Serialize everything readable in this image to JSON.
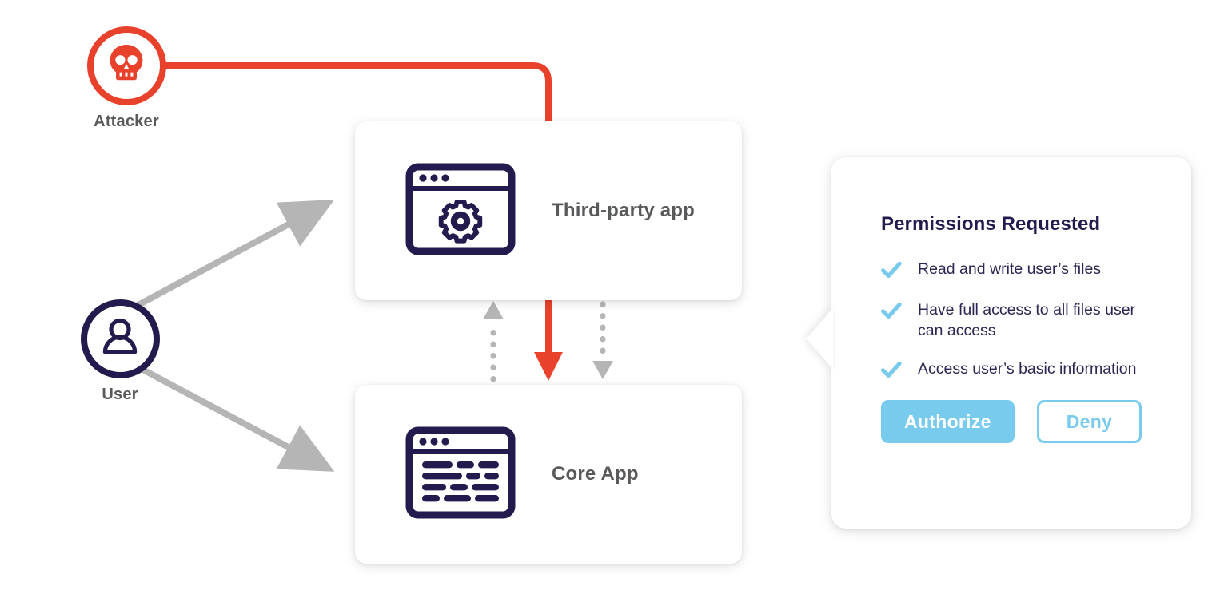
{
  "diagram": {
    "title": "OAuth third-party app permission abuse flow",
    "colors": {
      "attacker_red": "#e8422c",
      "dark_navy": "#231b4d",
      "gray_arrow": "#b5b5b5",
      "label_gray": "#58595b",
      "accent_blue": "#79cbee",
      "card_white": "#ffffff"
    }
  },
  "actors": [
    {
      "id": "attacker",
      "label": "Attacker",
      "icon": "skull-icon",
      "ring_color": "#e8422c"
    },
    {
      "id": "user",
      "label": "User",
      "icon": "person-icon",
      "ring_color": "#231b4d"
    }
  ],
  "cards": [
    {
      "id": "third-party-app",
      "label": "Third-party app",
      "icon": "browser-gear-icon"
    },
    {
      "id": "core-app",
      "label": "Core App",
      "icon": "browser-lines-icon"
    }
  ],
  "connectors": [
    {
      "id": "attacker-to-thirdparty",
      "from": "attacker",
      "to": "third-party-app",
      "style": "solid",
      "color": "#e8422c",
      "arrow": false
    },
    {
      "id": "user-to-thirdparty",
      "from": "user",
      "to": "third-party-app",
      "style": "solid",
      "color": "#b5b5b5",
      "arrow": true
    },
    {
      "id": "user-to-core",
      "from": "user",
      "to": "core-app",
      "style": "solid",
      "color": "#b5b5b5",
      "arrow": true
    },
    {
      "id": "core-to-thirdparty-up",
      "from": "core-app",
      "to": "third-party-app",
      "style": "dotted",
      "color": "#b5b5b5",
      "arrow": true
    },
    {
      "id": "thirdparty-to-core-attack",
      "from": "third-party-app",
      "to": "core-app",
      "style": "solid",
      "color": "#e8422c",
      "arrow": true
    },
    {
      "id": "thirdparty-to-core-down",
      "from": "third-party-app",
      "to": "core-app",
      "style": "dotted",
      "color": "#b5b5b5",
      "arrow": true
    }
  ],
  "permissions": {
    "title": "Permissions Requested",
    "items": [
      {
        "check_icon": "check-icon",
        "text": "Read and write user’s files"
      },
      {
        "check_icon": "check-icon",
        "text": "Have full access to all files user can access"
      },
      {
        "check_icon": "check-icon",
        "text": "Access user’s basic information"
      }
    ],
    "authorize_label": "Authorize",
    "deny_label": "Deny"
  }
}
